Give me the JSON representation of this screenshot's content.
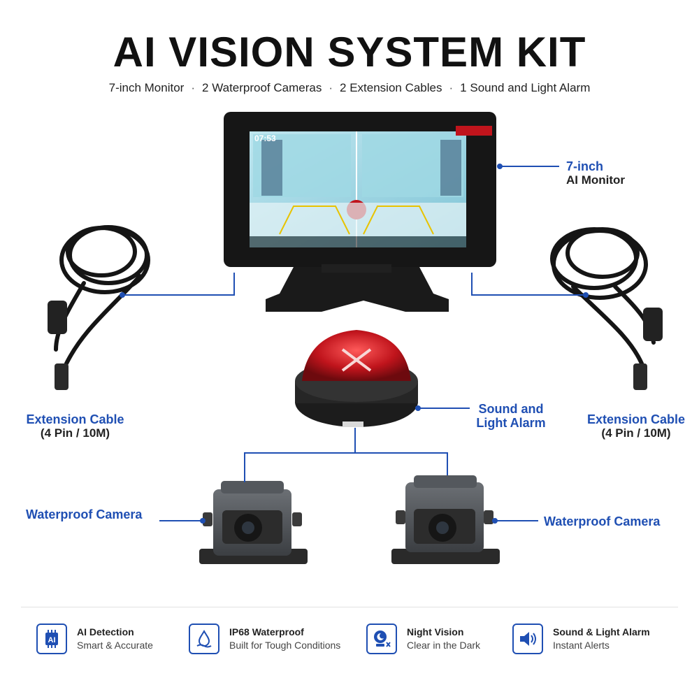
{
  "title": "AI VISION SYSTEM KIT",
  "subtitle": {
    "items": [
      "7-inch Monitor",
      "2 Waterproof Cameras",
      "2 Extension Cables",
      "1 Sound and Light Alarm"
    ],
    "separator": "·"
  },
  "monitor": {
    "label_line1": "7-inch",
    "label_line2": "AI Monitor",
    "screen_time": "07:53"
  },
  "cable_left": {
    "label_line1": "Extension Cable",
    "label_line2": "(4 Pin / 10M)"
  },
  "cable_right": {
    "label_line1": "Extension Cable",
    "label_line2": "(4 Pin / 10M)"
  },
  "alarm": {
    "label_line1": "Sound and",
    "label_line2": "Light Alarm"
  },
  "camera_left": {
    "label": "Waterproof Camera"
  },
  "camera_right": {
    "label": "Waterproof Camera"
  },
  "features": [
    {
      "icon": "ai-chip-icon",
      "title": "AI Detection",
      "desc": "Smart & Accurate"
    },
    {
      "icon": "water-drop-icon",
      "title": "IP68 Waterproof",
      "desc": "Built for Tough Conditions"
    },
    {
      "icon": "night-moon-camera-icon",
      "title": "Night Vision",
      "desc": "Clear in the Dark"
    },
    {
      "icon": "speaker-icon",
      "title": "Sound & Light Alarm",
      "desc": "Instant Alerts"
    }
  ],
  "colors": {
    "accent": "#1f4fb3",
    "alarm_red": "#c0141c"
  }
}
